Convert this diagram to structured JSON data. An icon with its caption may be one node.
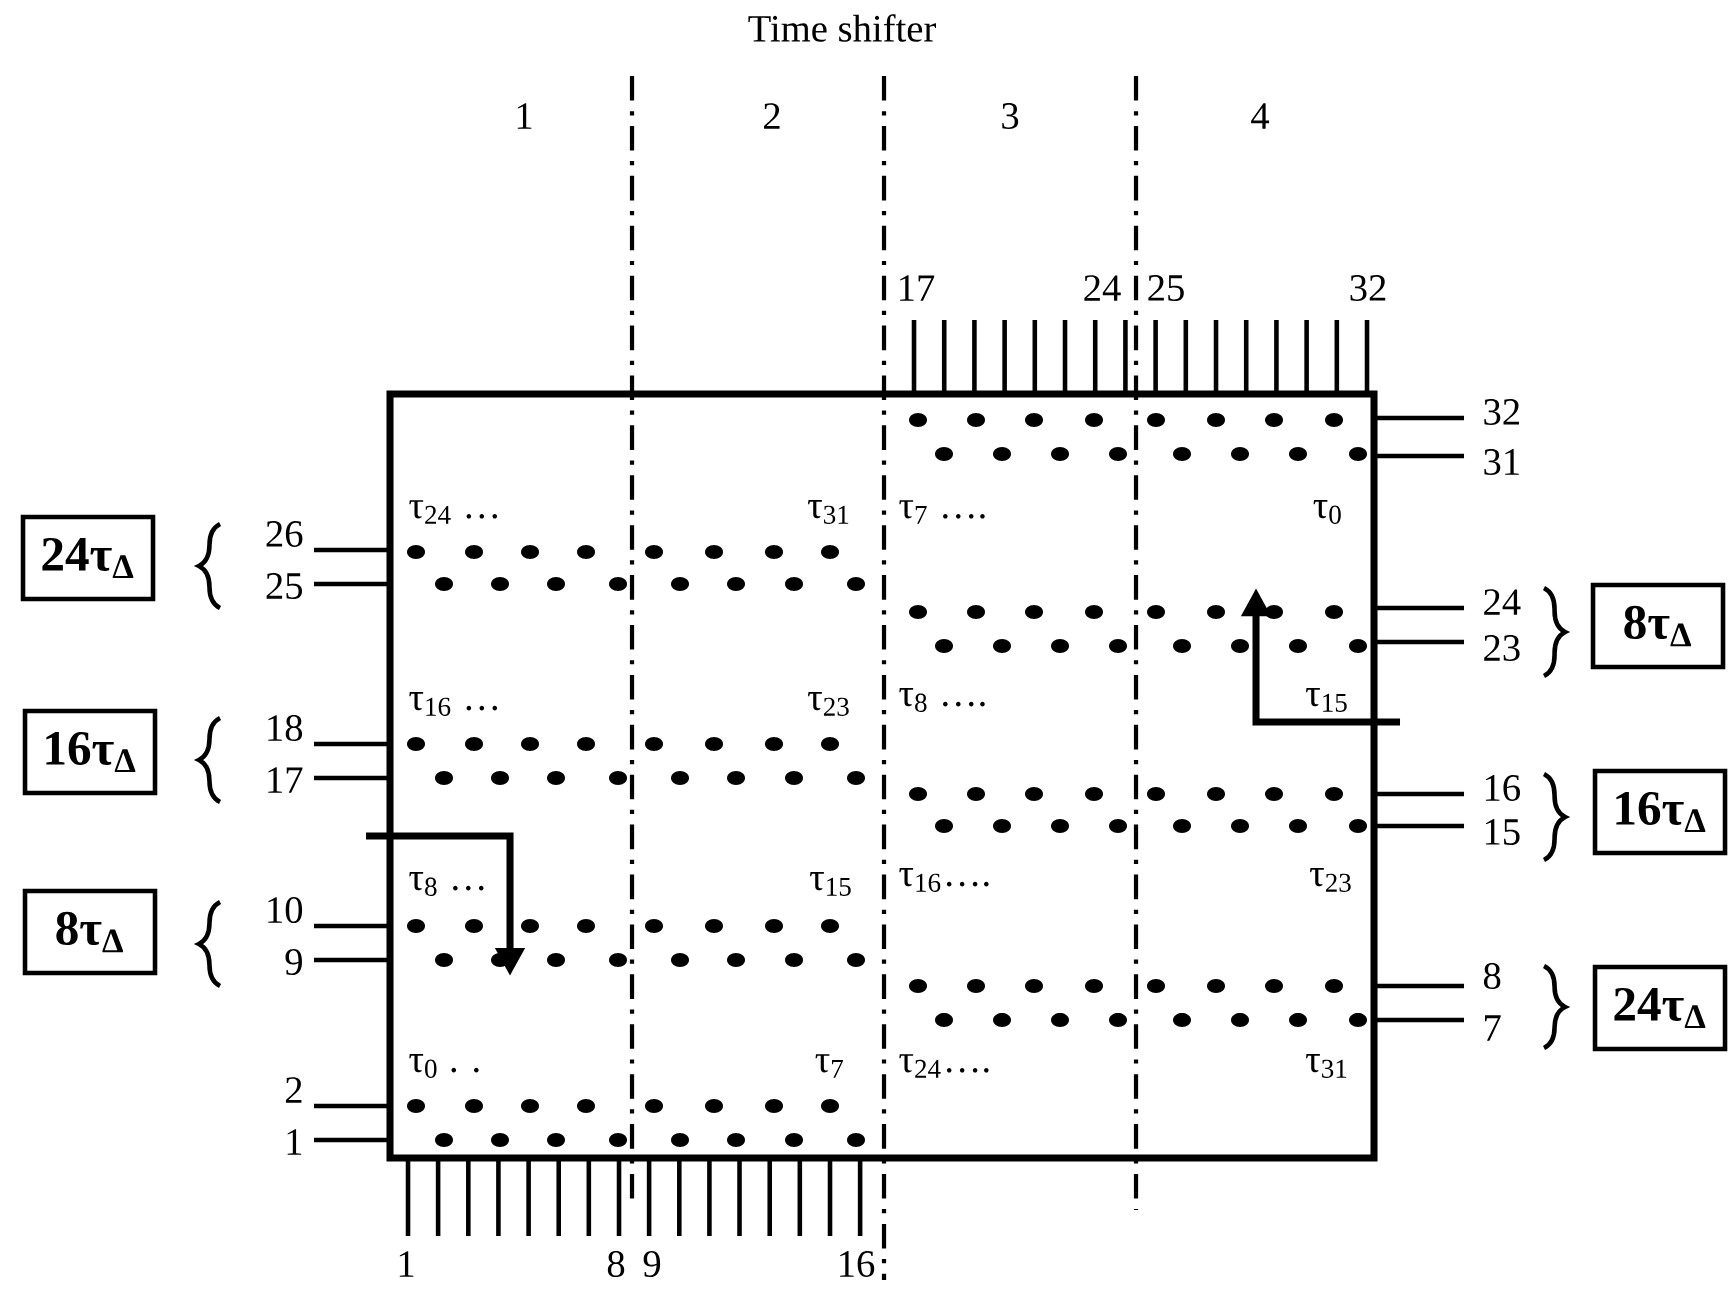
{
  "diagram": {
    "title": "Time shifter",
    "nodes": [
      {
        "text": [
          "24τ$_{Δ}$"
        ]
      },
      {
        "text": [
          "8τ$_{Δ}$"
        ]
      },
      {
        "text": [
          "16τ$_{Δ}$"
        ]
      },
      {
        "text": [
          "16τ$_{Δ}$"
        ]
      },
      {
        "text": [
          "8τ$_{Δ}$"
        ]
      },
      {
        "text": [
          "24τ$_{Δ}$"
        ]
      }
    ],
    "labels": [
      "1",
      "2",
      "3",
      "4",
      "17",
      "24",
      "25",
      "32",
      "32",
      "31",
      "τ$_{24}$ …",
      "τ$_{31}$",
      "τ$_{7}$ ….",
      "τ$_{0}$",
      "26",
      "25",
      "24",
      "23",
      "τ$_{16}$ …",
      "τ$_{23}$",
      "τ$_{8}$ ….",
      "τ$_{15}$",
      "18",
      "17",
      "16",
      "15",
      "τ$_{8}$ …",
      "τ$_{15}$",
      "τ$_{16}$….",
      "τ$_{23}$",
      "10",
      "9",
      "8",
      "7",
      "τ$_{0}$ . .",
      "τ$_{7}$",
      "τ$_{24}$….",
      "τ$_{31}$",
      "2",
      "1",
      "1",
      "8",
      "9",
      "16"
    ]
  }
}
